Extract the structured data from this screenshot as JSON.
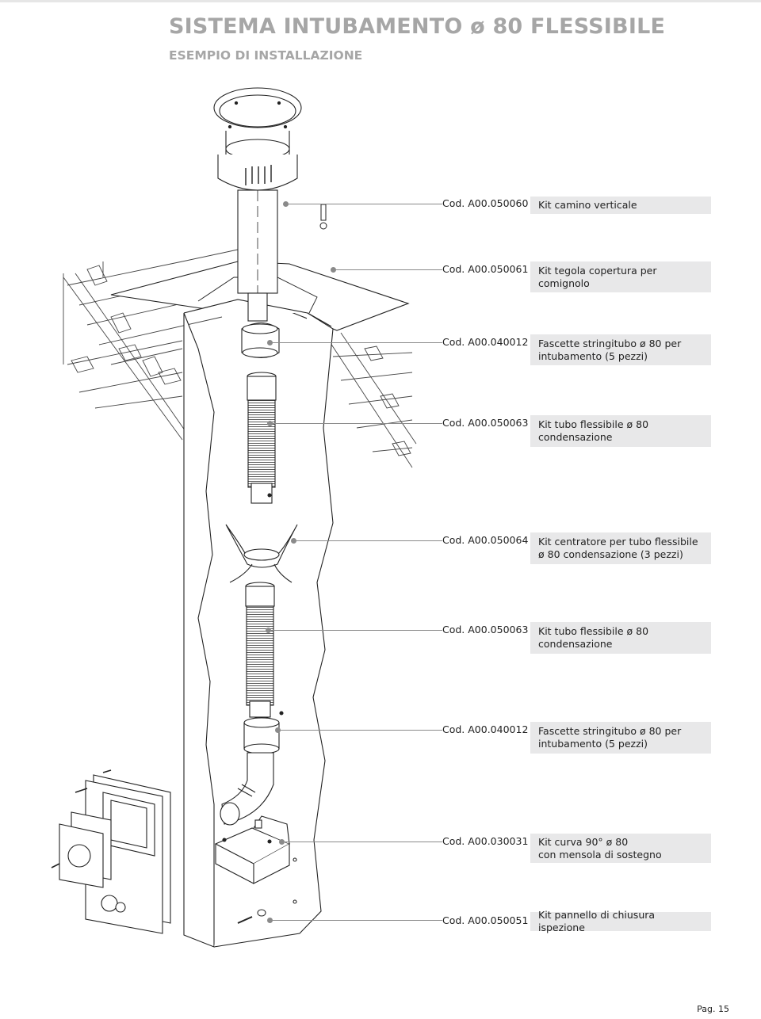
{
  "header": {
    "title": "SISTEMA INTUBAMENTO ø 80 FLESSIBILE",
    "subtitle": "ESEMPIO DI INSTALLAZIONE"
  },
  "parts": [
    {
      "code": "Cod. A00.050060",
      "description": "Kit camino verticale"
    },
    {
      "code": "Cod. A00.050061",
      "description": "Kit tegola copertura per\ncomignolo"
    },
    {
      "code": "Cod. A00.040012",
      "description": "Fascette stringitubo ø 80 per\nintubamento (5 pezzi)"
    },
    {
      "code": "Cod. A00.050063",
      "description": "Kit tubo flessibile ø 80\ncondensazione"
    },
    {
      "code": "Cod. A00.050064",
      "description": "Kit centratore per tubo flessibile\nø 80 condensazione (3 pezzi)"
    },
    {
      "code": "Cod. A00.050063",
      "description": "Kit tubo flessibile ø 80\ncondensazione"
    },
    {
      "code": "Cod. A00.040012",
      "description": "Fascette stringitubo ø 80 per\nintubamento (5 pezzi)"
    },
    {
      "code": "Cod. A00.030031",
      "description": "Kit curva 90° ø 80\ncon mensola di sostegno"
    },
    {
      "code": "Cod. A00.050051",
      "description": "Kit pannello di chiusura ispezione"
    }
  ],
  "footer": {
    "page": "Pag. 15"
  }
}
